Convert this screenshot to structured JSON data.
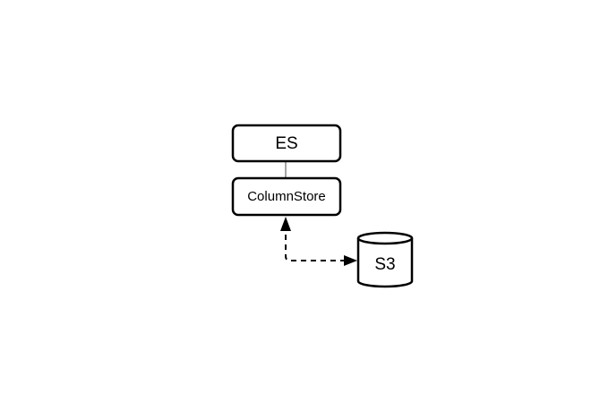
{
  "nodes": {
    "es": {
      "label": "ES"
    },
    "columnstore": {
      "label": "ColumnStore"
    },
    "s3": {
      "label": "S3"
    }
  },
  "colors": {
    "stroke": "#000000",
    "connector": "#888888",
    "fill": "#ffffff"
  }
}
